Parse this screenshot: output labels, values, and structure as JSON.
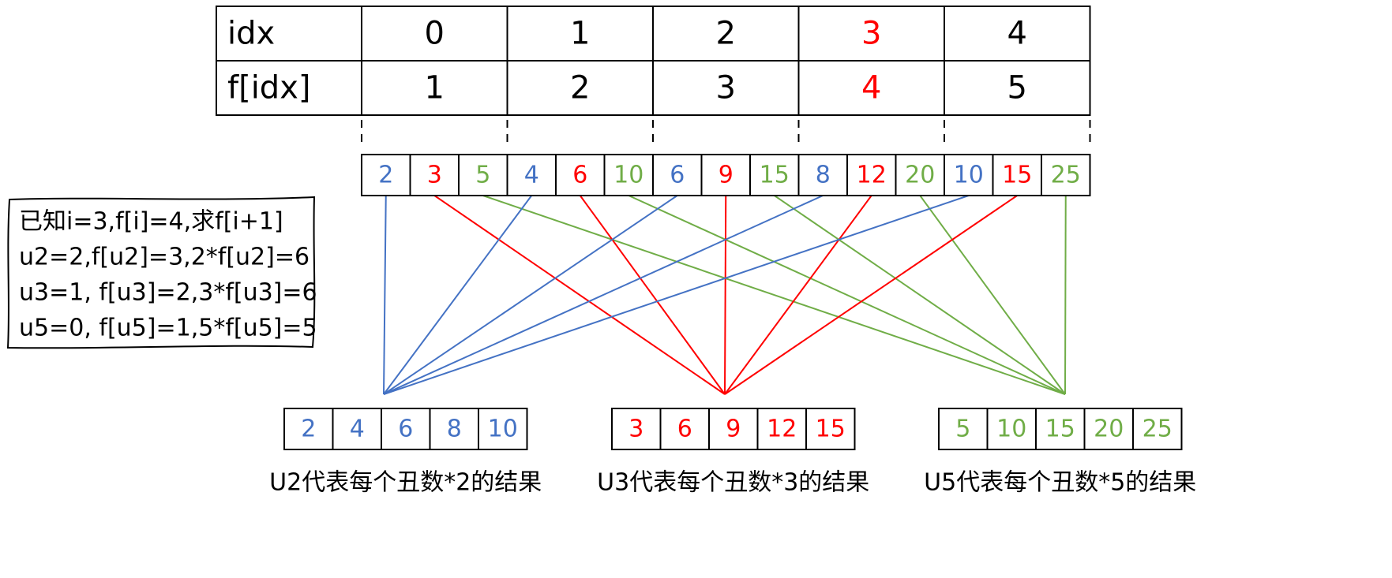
{
  "colors": {
    "u2": "#4472C4",
    "u3": "#FF0000",
    "u5": "#70AD47",
    "text": "#000000",
    "highlight": "#FF0000"
  },
  "top_table": {
    "row_headers": [
      "idx",
      "f[idx]"
    ],
    "idx": [
      "0",
      "1",
      "2",
      "3",
      "4"
    ],
    "f": [
      "1",
      "2",
      "3",
      "4",
      "5"
    ],
    "highlight_column": 3
  },
  "products": [
    {
      "value": "2",
      "factor": "u2"
    },
    {
      "value": "3",
      "factor": "u3"
    },
    {
      "value": "5",
      "factor": "u5"
    },
    {
      "value": "4",
      "factor": "u2"
    },
    {
      "value": "6",
      "factor": "u3"
    },
    {
      "value": "10",
      "factor": "u5"
    },
    {
      "value": "6",
      "factor": "u2"
    },
    {
      "value": "9",
      "factor": "u3"
    },
    {
      "value": "15",
      "factor": "u5"
    },
    {
      "value": "8",
      "factor": "u2"
    },
    {
      "value": "12",
      "factor": "u3"
    },
    {
      "value": "20",
      "factor": "u5"
    },
    {
      "value": "10",
      "factor": "u2"
    },
    {
      "value": "15",
      "factor": "u3"
    },
    {
      "value": "25",
      "factor": "u5"
    }
  ],
  "note": {
    "lines": [
      "已知i=3,f[i]=4,求f[i+1]",
      "u2=2,f[u2]=3,2*f[u2]=6",
      "u3=1, f[u3]=2,3*f[u3]=6",
      "u5=0, f[u5]=1,5*f[u5]=5"
    ]
  },
  "groups": [
    {
      "factor": "u2",
      "values": [
        "2",
        "4",
        "6",
        "8",
        "10"
      ],
      "caption": "U2代表每个丑数*2的结果"
    },
    {
      "factor": "u3",
      "values": [
        "3",
        "6",
        "9",
        "12",
        "15"
      ],
      "caption": "U3代表每个丑数*3的结果"
    },
    {
      "factor": "u5",
      "values": [
        "5",
        "10",
        "15",
        "20",
        "25"
      ],
      "caption": "U5代表每个丑数*5的结果"
    }
  ]
}
